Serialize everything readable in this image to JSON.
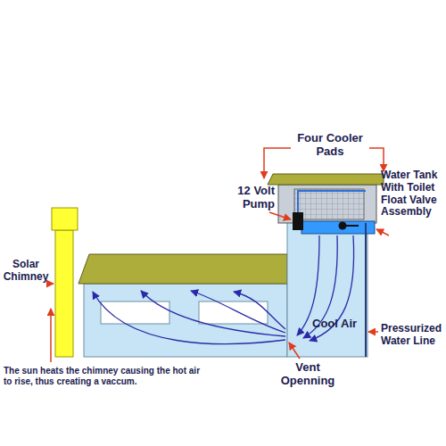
{
  "diagram": {
    "labels": [
      "Four Cooler Pads",
      "12 Volt Pump",
      "Water Tank With Toilet Float Valve Assembly",
      "Solar Chimney",
      "Cool Air",
      "Pressurized Water Line",
      "Vent Openning",
      "The sun heats the chimney causing the hot air to rise, thus creating a vaccum."
    ]
  }
}
